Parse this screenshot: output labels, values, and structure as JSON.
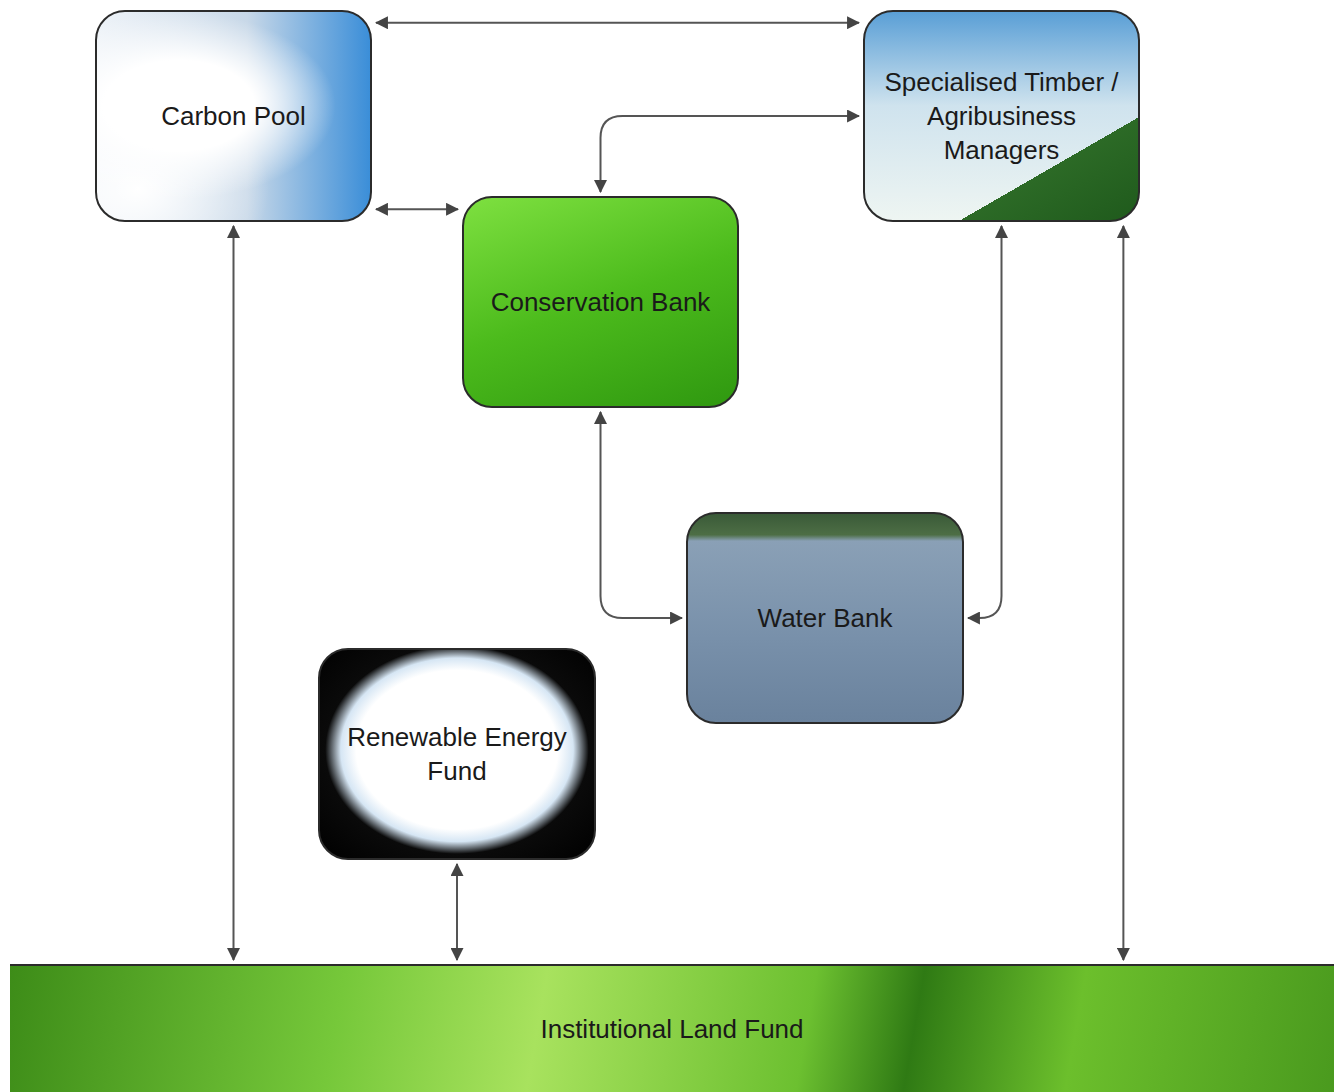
{
  "diagram": {
    "nodes": [
      {
        "text": [
          "Carbon Pool"
        ]
      },
      {
        "text": [
          "Specialised Timber / Agribusiness Managers"
        ]
      },
      {
        "text": [
          "Conservation Bank"
        ]
      },
      {
        "text": [
          "Water Bank"
        ]
      },
      {
        "text": [
          "Renewable Energy Fund"
        ]
      },
      {
        "text": [
          "Institutional Land Fund"
        ]
      }
    ],
    "edges": [
      {
        "from": 0,
        "to": 1,
        "arrow": "both"
      },
      {
        "from": 0,
        "to": 2,
        "arrow": "both"
      },
      {
        "from": 2,
        "to": 1,
        "arrow": "both"
      },
      {
        "from": 2,
        "to": 3,
        "arrow": "both"
      },
      {
        "from": 1,
        "to": 3,
        "arrow": "both"
      },
      {
        "from": 0,
        "to": 5,
        "arrow": "both"
      },
      {
        "from": 4,
        "to": 5,
        "arrow": "both"
      },
      {
        "from": 1,
        "to": 5,
        "arrow": "both"
      }
    ]
  }
}
